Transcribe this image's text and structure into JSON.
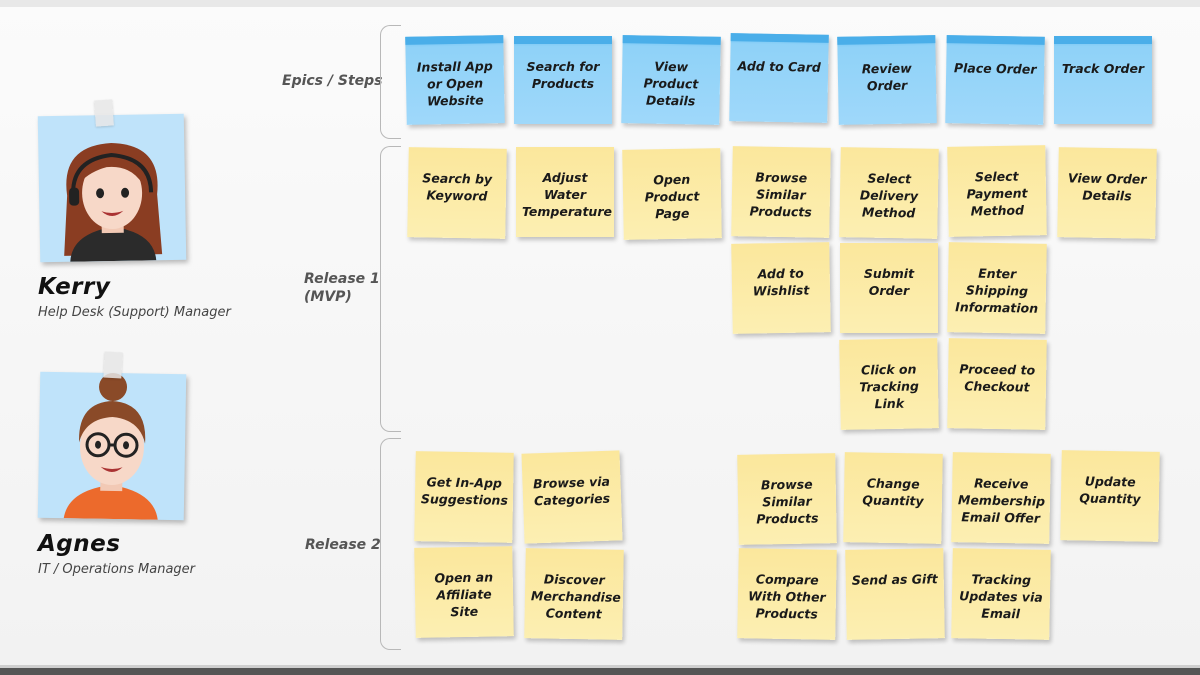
{
  "row_labels": {
    "epics": "Epics / Steps",
    "release1_line1": "Release 1",
    "release1_line2": "(MVP)",
    "release2": "Release 2"
  },
  "personas": [
    {
      "name": "Kerry",
      "role": "Help Desk (Support) Manager"
    },
    {
      "name": "Agnes",
      "role": "IT / Operations Manager"
    }
  ],
  "epics": [
    "Install App or Open Website",
    "Search for Products",
    "View Product Details",
    "Add to Card",
    "Review Order",
    "Place Order",
    "Track Order"
  ],
  "release1": [
    "Search by Keyword",
    "Adjust Water Temperature",
    "Open Product Page",
    "Browse Similar Products",
    "Select Delivery Method",
    "Select Payment Method",
    "View Order Details",
    "Add to Wishlist",
    "Submit Order",
    "Enter Shipping Information",
    "Click on Tracking Link",
    "Proceed to Checkout"
  ],
  "release2": [
    "Get In-App Suggestions",
    "Browse via Categories",
    "Browse Similar Products",
    "Change Quantity",
    "Receive Membership Email Offer",
    "Update Quantity",
    "Open an Affiliate Site",
    "Discover Merchandise Content",
    "Compare With Other Products",
    "Send as Gift",
    "Tracking Updates via Email"
  ],
  "colors": {
    "epic_note": "#9fd8fa",
    "story_note": "#fcefb2",
    "avatar_bg": "#bfe3fa"
  }
}
